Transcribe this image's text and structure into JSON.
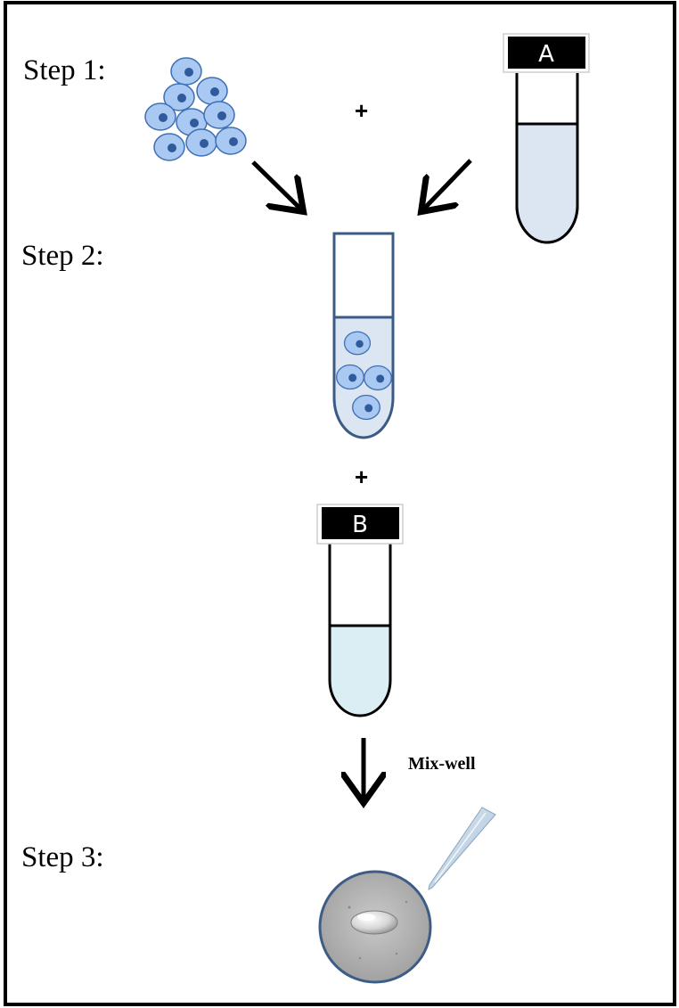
{
  "steps": {
    "step1": "Step 1:",
    "step2": "Step 2:",
    "step3": "Step 3:"
  },
  "plus_sign": "+",
  "tube_a": {
    "label": "A"
  },
  "tube_b": {
    "label": "B"
  },
  "mix_label": "Mix-well",
  "colors": {
    "cell_fill": "#a9c8f2",
    "cell_stroke": "#3f6fb5",
    "nucleus": "#2f5a9c",
    "tube_a_liquid": "#dce6f2",
    "tube_b_liquid": "#daeef3",
    "tube_mix_stroke": "#3b5b86",
    "plate_fill": "#b5b5b5",
    "plate_stroke": "#3e5d86"
  }
}
